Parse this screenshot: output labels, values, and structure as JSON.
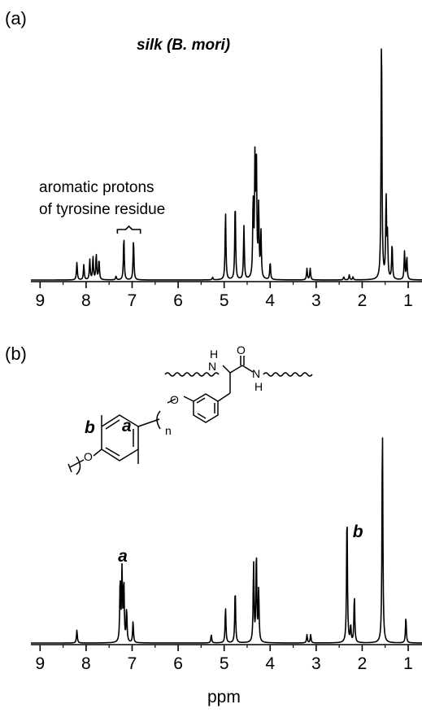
{
  "chart_data": [
    {
      "type": "line",
      "panel_label": "(a)",
      "title": "silk (B. mori)",
      "xlabel": "",
      "ylabel": "",
      "x_reversed": true,
      "xlim": [
        9.2,
        0.7
      ],
      "ylim": [
        0,
        1.0
      ],
      "x_ticks": [
        9,
        8,
        7,
        6,
        5,
        4,
        3,
        2,
        1
      ],
      "annotations": [
        {
          "text_lines": [
            "aromatic protons",
            "of tyrosine residue"
          ],
          "bracket_range_ppm": [
            7.32,
            6.82
          ]
        }
      ],
      "series": [
        {
          "peaks": [
            {
              "ppm": 8.2,
              "height": 0.07
            },
            {
              "ppm": 8.05,
              "height": 0.06
            },
            {
              "ppm": 7.92,
              "height": 0.08
            },
            {
              "ppm": 7.85,
              "height": 0.09
            },
            {
              "ppm": 7.78,
              "height": 0.1
            },
            {
              "ppm": 7.72,
              "height": 0.08
            },
            {
              "ppm": 7.35,
              "height": 0.015
            },
            {
              "ppm": 7.18,
              "height": 0.17
            },
            {
              "ppm": 6.97,
              "height": 0.16
            },
            {
              "ppm": 5.25,
              "height": 0.01
            },
            {
              "ppm": 4.97,
              "height": 0.27
            },
            {
              "ppm": 4.76,
              "height": 0.31
            },
            {
              "ppm": 4.57,
              "height": 0.21
            },
            {
              "ppm": 4.37,
              "height": 0.3
            },
            {
              "ppm": 4.33,
              "height": 0.45
            },
            {
              "ppm": 4.3,
              "height": 0.48
            },
            {
              "ppm": 4.25,
              "height": 0.28
            },
            {
              "ppm": 4.2,
              "height": 0.18
            },
            {
              "ppm": 4.0,
              "height": 0.07
            },
            {
              "ppm": 3.2,
              "height": 0.045
            },
            {
              "ppm": 3.13,
              "height": 0.045
            },
            {
              "ppm": 2.4,
              "height": 0.012
            },
            {
              "ppm": 2.28,
              "height": 0.02
            },
            {
              "ppm": 2.2,
              "height": 0.012
            },
            {
              "ppm": 1.58,
              "height": 1.0
            },
            {
              "ppm": 1.48,
              "height": 0.32
            },
            {
              "ppm": 1.45,
              "height": 0.16
            },
            {
              "ppm": 1.35,
              "height": 0.14
            },
            {
              "ppm": 1.08,
              "height": 0.11
            },
            {
              "ppm": 1.03,
              "height": 0.09
            }
          ]
        }
      ]
    },
    {
      "type": "line",
      "panel_label": "(b)",
      "title": "",
      "xlabel": "ppm",
      "ylabel": "",
      "x_reversed": true,
      "xlim": [
        9.2,
        0.7
      ],
      "ylim": [
        0,
        1.0
      ],
      "x_ticks": [
        9,
        8,
        7,
        6,
        5,
        4,
        3,
        2,
        1
      ],
      "peak_labels": [
        {
          "text": "a",
          "ppm": 7.2
        },
        {
          "text": "b",
          "ppm": 2.1
        }
      ],
      "structure_labels": {
        "a": "a",
        "b": "b",
        "n": "n",
        "O1": "O",
        "O2": "O",
        "N1": "N",
        "H1": "H",
        "N2": "N",
        "H2": "H",
        "O3": "O"
      },
      "series": [
        {
          "peaks": [
            {
              "ppm": 8.2,
              "height": 0.055
            },
            {
              "ppm": 7.26,
              "height": 0.26
            },
            {
              "ppm": 7.22,
              "height": 0.3
            },
            {
              "ppm": 7.18,
              "height": 0.25
            },
            {
              "ppm": 7.12,
              "height": 0.14
            },
            {
              "ppm": 6.98,
              "height": 0.09
            },
            {
              "ppm": 5.28,
              "height": 0.035
            },
            {
              "ppm": 4.97,
              "height": 0.15
            },
            {
              "ppm": 4.76,
              "height": 0.23
            },
            {
              "ppm": 4.36,
              "height": 0.34
            },
            {
              "ppm": 4.3,
              "height": 0.38
            },
            {
              "ppm": 4.25,
              "height": 0.22
            },
            {
              "ppm": 3.2,
              "height": 0.035
            },
            {
              "ppm": 3.12,
              "height": 0.035
            },
            {
              "ppm": 2.33,
              "height": 0.56
            },
            {
              "ppm": 2.25,
              "height": 0.07
            },
            {
              "ppm": 2.17,
              "height": 0.2
            },
            {
              "ppm": 1.56,
              "height": 0.93
            },
            {
              "ppm": 1.05,
              "height": 0.11
            }
          ]
        }
      ]
    }
  ]
}
